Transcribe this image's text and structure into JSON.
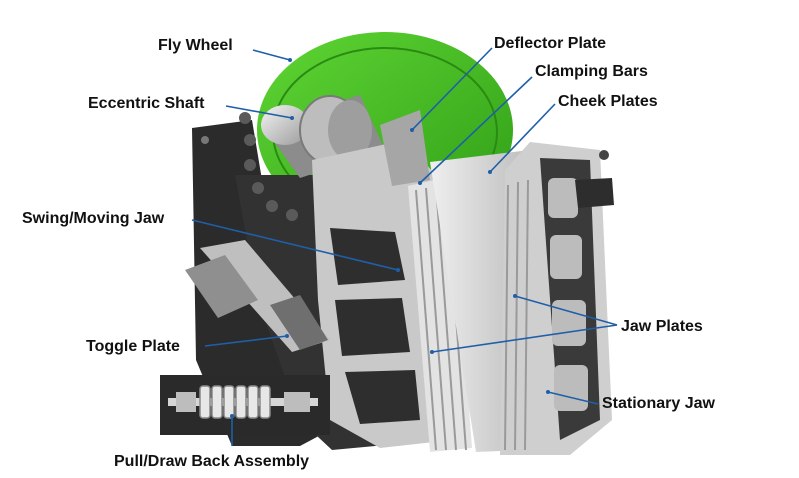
{
  "colors": {
    "flywheel": "#3fbf1f",
    "frame_dark": "#2b2b2b",
    "metal_light": "#d9d9d9",
    "metal_mid": "#a9a9a9",
    "leader": "#1f5fa8"
  },
  "labels": {
    "fly_wheel": "Fly Wheel",
    "eccentric_shaft": "Eccentric Shaft",
    "deflector_plate": "Deflector Plate",
    "clamping_bars": "Clamping Bars",
    "cheek_plates": "Cheek Plates",
    "swing_moving_jaw": "Swing/Moving Jaw",
    "toggle_plate": "Toggle Plate",
    "jaw_plates": "Jaw Plates",
    "stationary_jaw": "Stationary Jaw",
    "pull_draw_back_assembly": "Pull/Draw Back Assembly"
  }
}
